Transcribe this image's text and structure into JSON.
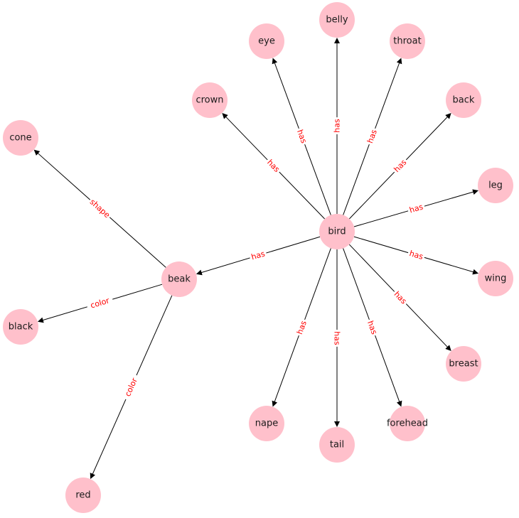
{
  "graph": {
    "nodes": [
      {
        "id": "bird",
        "label": "bird"
      },
      {
        "id": "beak",
        "label": "beak"
      },
      {
        "id": "cone",
        "label": "cone"
      },
      {
        "id": "black",
        "label": "black"
      },
      {
        "id": "red",
        "label": "red"
      },
      {
        "id": "crown",
        "label": "crown"
      },
      {
        "id": "eye",
        "label": "eye"
      },
      {
        "id": "belly",
        "label": "belly"
      },
      {
        "id": "throat",
        "label": "throat"
      },
      {
        "id": "back",
        "label": "back"
      },
      {
        "id": "leg",
        "label": "leg"
      },
      {
        "id": "wing",
        "label": "wing"
      },
      {
        "id": "breast",
        "label": "breast"
      },
      {
        "id": "forehead",
        "label": "forehead"
      },
      {
        "id": "tail",
        "label": "tail"
      },
      {
        "id": "nape",
        "label": "nape"
      }
    ],
    "edges": [
      {
        "from": "bird",
        "to": "crown",
        "label": "has"
      },
      {
        "from": "bird",
        "to": "eye",
        "label": "has"
      },
      {
        "from": "bird",
        "to": "belly",
        "label": "has"
      },
      {
        "from": "bird",
        "to": "throat",
        "label": "has"
      },
      {
        "from": "bird",
        "to": "back",
        "label": "has"
      },
      {
        "from": "bird",
        "to": "leg",
        "label": "has"
      },
      {
        "from": "bird",
        "to": "wing",
        "label": "has"
      },
      {
        "from": "bird",
        "to": "breast",
        "label": "has"
      },
      {
        "from": "bird",
        "to": "forehead",
        "label": "has"
      },
      {
        "from": "bird",
        "to": "tail",
        "label": "has"
      },
      {
        "from": "bird",
        "to": "nape",
        "label": "has"
      },
      {
        "from": "bird",
        "to": "beak",
        "label": "has"
      },
      {
        "from": "beak",
        "to": "cone",
        "label": "shape"
      },
      {
        "from": "beak",
        "to": "black",
        "label": "color"
      },
      {
        "from": "beak",
        "to": "red",
        "label": "color"
      }
    ],
    "colors": {
      "node_fill": "#ffc0cb",
      "edge": "#000000",
      "edge_label": "#ff0000",
      "node_text": "#1a1a1a"
    }
  }
}
